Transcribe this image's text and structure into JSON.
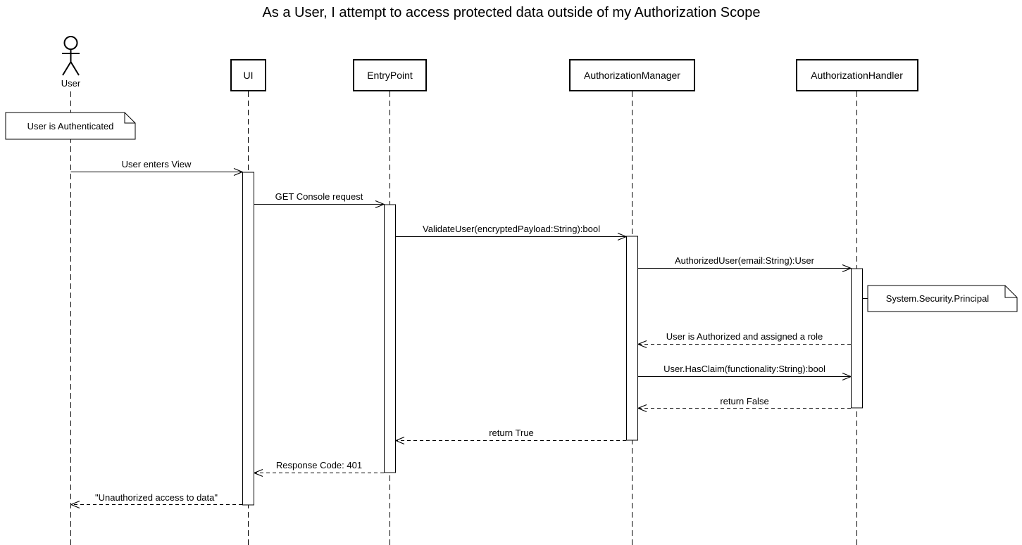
{
  "title": "As a User, I attempt to access protected data outside of my Authorization Scope",
  "colors": {
    "line": "#000000",
    "background": "#ffffff"
  },
  "participants": {
    "user": {
      "label": "User",
      "kind": "actor",
      "icon": "stick-figure-icon"
    },
    "ui": {
      "label": "UI",
      "kind": "box"
    },
    "entrypoint": {
      "label": "EntryPoint",
      "kind": "box"
    },
    "authmanager": {
      "label": "AuthorizationManager",
      "kind": "box"
    },
    "authhandler": {
      "label": "AuthorizationHandler",
      "kind": "box"
    }
  },
  "notes": {
    "authenticated": {
      "text": "User is Authenticated",
      "attached_to": "user"
    },
    "principal": {
      "text": "System.Security.Principal",
      "attached_to": "authhandler"
    }
  },
  "messages": [
    {
      "from": "user",
      "to": "ui",
      "label": "User enters View",
      "style": "solid"
    },
    {
      "from": "ui",
      "to": "entrypoint",
      "label": "GET Console request",
      "style": "solid"
    },
    {
      "from": "entrypoint",
      "to": "authmanager",
      "label": "ValidateUser(encryptedPayload:String):bool",
      "style": "solid"
    },
    {
      "from": "authmanager",
      "to": "authhandler",
      "label": "AuthorizedUser(email:String):User",
      "style": "solid"
    },
    {
      "from": "authhandler",
      "to": "authmanager",
      "label": "User is Authorized and assigned a role",
      "style": "dashed"
    },
    {
      "from": "authmanager",
      "to": "authhandler",
      "label": "User.HasClaim(functionality:String):bool",
      "style": "solid"
    },
    {
      "from": "authhandler",
      "to": "authmanager",
      "label": "return False",
      "style": "dashed"
    },
    {
      "from": "authmanager",
      "to": "entrypoint",
      "label": "return True",
      "style": "dashed"
    },
    {
      "from": "entrypoint",
      "to": "ui",
      "label": "Response Code: 401",
      "style": "dashed"
    },
    {
      "from": "ui",
      "to": "user",
      "label": "\"Unauthorized access to data\"",
      "style": "dashed"
    }
  ]
}
